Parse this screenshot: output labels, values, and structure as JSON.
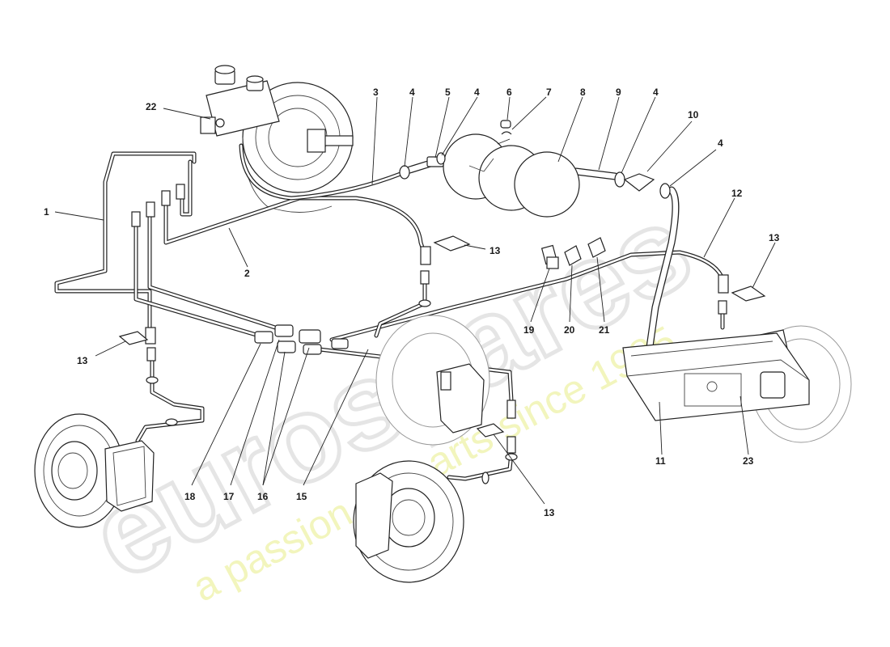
{
  "watermark": {
    "brand": "eurospares",
    "tagline": "a passion for parts since 1985",
    "brand_color": "#d8d8d8",
    "tagline_color": "#eef2a8"
  },
  "callouts": {
    "c1": "1",
    "c2": "2",
    "c3": "3",
    "c4a": "4",
    "c4b": "4",
    "c4c": "4",
    "c4d": "4",
    "c5": "5",
    "c6": "6",
    "c7": "7",
    "c8": "8",
    "c9": "9",
    "c10": "10",
    "c11": "11",
    "c12": "12",
    "c13a": "13",
    "c13b": "13",
    "c13c": "13",
    "c13d": "13",
    "c15": "15",
    "c16": "16",
    "c17": "17",
    "c18": "18",
    "c19": "19",
    "c20": "20",
    "c21": "21",
    "c22": "22",
    "c23": "23"
  }
}
